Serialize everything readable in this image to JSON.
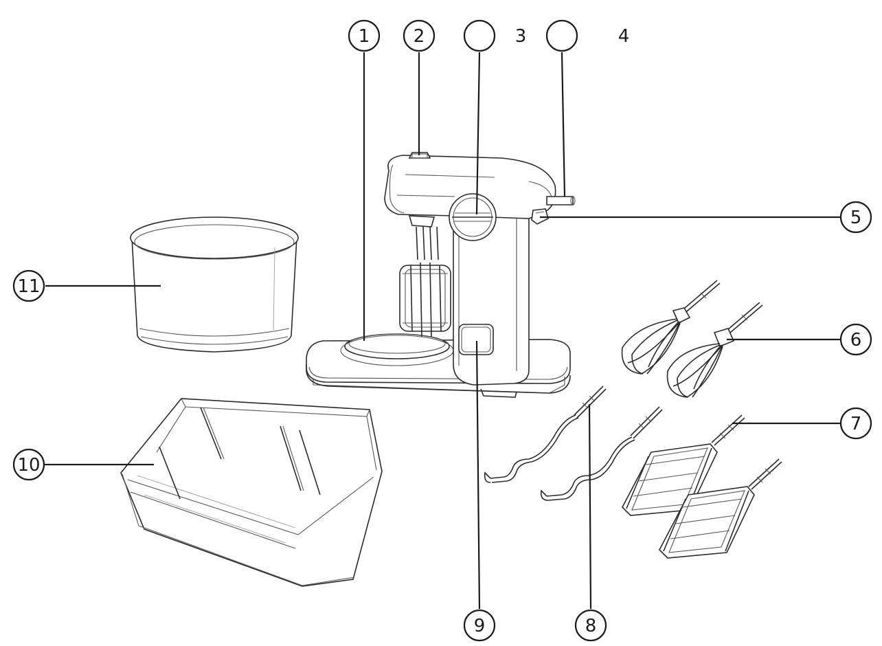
{
  "callouts": [
    {
      "id": "c1",
      "label": "1"
    },
    {
      "id": "c2",
      "label": "2"
    },
    {
      "id": "c3",
      "label": "3"
    },
    {
      "id": "c4",
      "label": "4"
    },
    {
      "id": "c5",
      "label": "5"
    },
    {
      "id": "c6",
      "label": "6"
    },
    {
      "id": "c7",
      "label": "7"
    },
    {
      "id": "c8",
      "label": "8"
    },
    {
      "id": "c9",
      "label": "9"
    },
    {
      "id": "c10",
      "label": "10"
    },
    {
      "id": "c11",
      "label": "11"
    }
  ],
  "colors": {
    "line": "#2a2a2a",
    "background": "#ffffff"
  }
}
